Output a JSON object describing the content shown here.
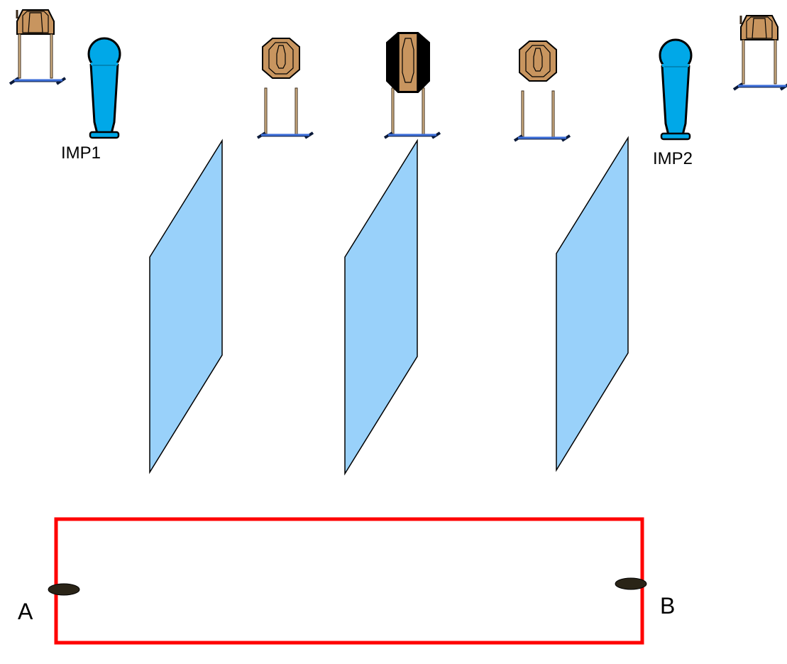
{
  "labels": {
    "imp1": "IMP1",
    "imp2": "IMP2",
    "point_a": "A",
    "point_b": "B"
  },
  "targets": [
    {
      "id": "paper-target-far-left",
      "type": "paper-target-on-stand",
      "facing": "angled",
      "variant": "tan"
    },
    {
      "id": "popper-imp1",
      "type": "steel-popper",
      "label_key": "imp1"
    },
    {
      "id": "paper-target-left",
      "type": "paper-target-on-stand",
      "facing": "front",
      "variant": "tan"
    },
    {
      "id": "paper-target-center",
      "type": "paper-target-on-stand",
      "facing": "front",
      "variant": "no-shoot-sides"
    },
    {
      "id": "paper-target-right",
      "type": "paper-target-on-stand",
      "facing": "front",
      "variant": "tan"
    },
    {
      "id": "popper-imp2",
      "type": "steel-popper",
      "label_key": "imp2"
    },
    {
      "id": "paper-target-far-right",
      "type": "paper-target-on-stand",
      "facing": "angled",
      "variant": "tan"
    }
  ],
  "walls": [
    {
      "id": "wall-left"
    },
    {
      "id": "wall-center"
    },
    {
      "id": "wall-right"
    }
  ],
  "shooting_box": {
    "border_color": "#ff0000"
  },
  "colors": {
    "target_tan": "#c8955f",
    "popper_blue": "#00a8e8",
    "wall_blue": "#99d1fa",
    "box_red": "#ff0000",
    "start_marker": "#2a2417",
    "no_shoot_black": "#000000"
  }
}
